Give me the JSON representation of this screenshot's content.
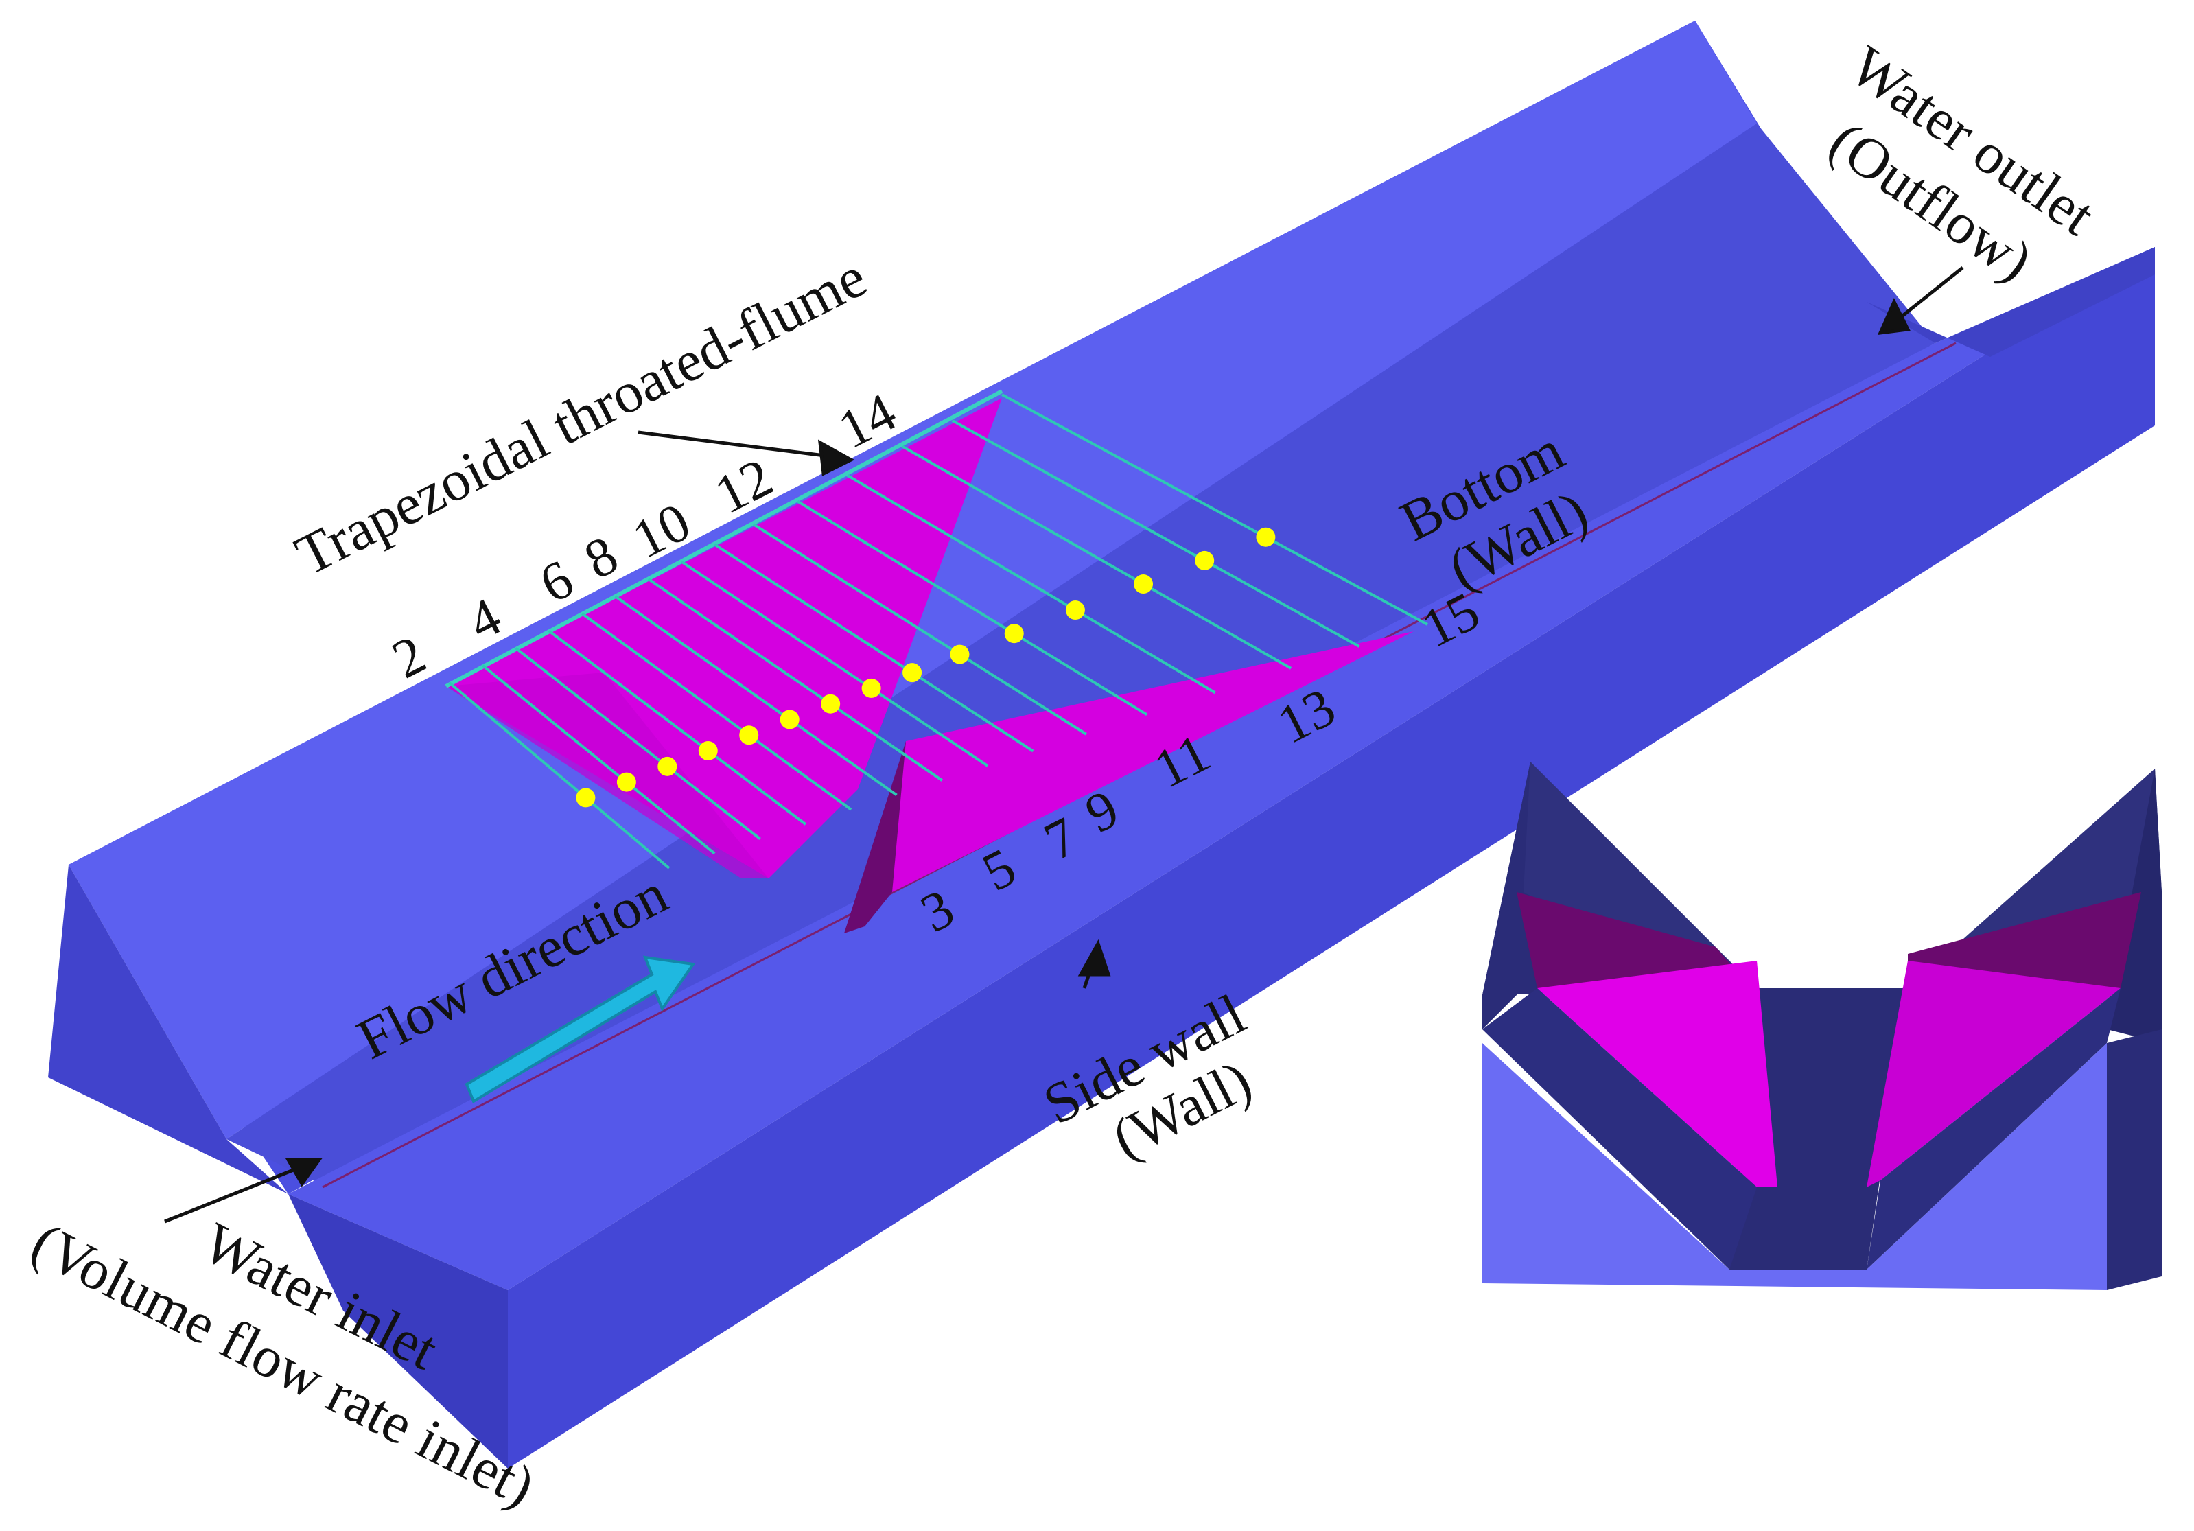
{
  "labels": {
    "trapezoidal_flume": "Trapezoidal throated-flume",
    "flow_direction": "Flow direction",
    "water_outlet_line1": "Water outlet",
    "water_outlet_line2": "(Outflow)",
    "bottom_line1": "Bottom",
    "bottom_line2": "(Wall)",
    "side_wall_line1": "Side wall",
    "side_wall_line2": "(Wall)",
    "water_inlet_line1": "Water inlet",
    "water_inlet_line2": "(Volume flow rate inlet)"
  },
  "section_numbers_left": [
    "2",
    "4",
    "6",
    "8",
    "10",
    "12",
    "14"
  ],
  "section_numbers_right": [
    "3",
    "5",
    "7",
    "9",
    "11",
    "13",
    "15"
  ],
  "colors": {
    "wall_light": "#6a6cf4",
    "wall_mid": "#5a5ef0",
    "wall_dark": "#4446d2",
    "wall_shadow": "#2c2e8e",
    "throat": "#e000e8",
    "throat_dark": "#8a0a8c",
    "section_line": "#2ec8b4",
    "point": "#ffff00",
    "arrow": "#1fb8e0"
  }
}
